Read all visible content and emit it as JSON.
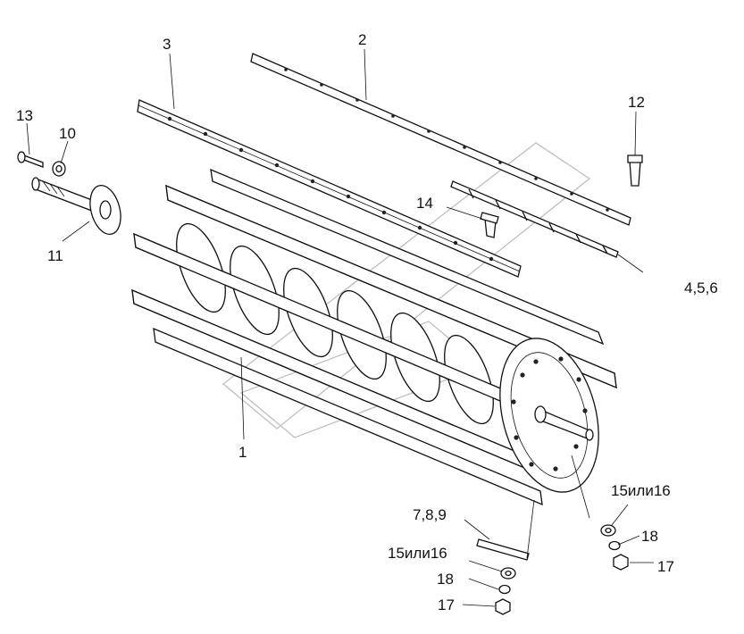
{
  "callouts": {
    "c1": "1",
    "c2": "2",
    "c3": "3",
    "c456": "4,5,6",
    "c789": "7,8,9",
    "c10": "10",
    "c11": "11",
    "c12": "12",
    "c13": "13",
    "c14": "14",
    "c15a": "15или16",
    "c15b": "15или16",
    "c17a": "17",
    "c17b": "17",
    "c18a": "18",
    "c18b": "18"
  }
}
